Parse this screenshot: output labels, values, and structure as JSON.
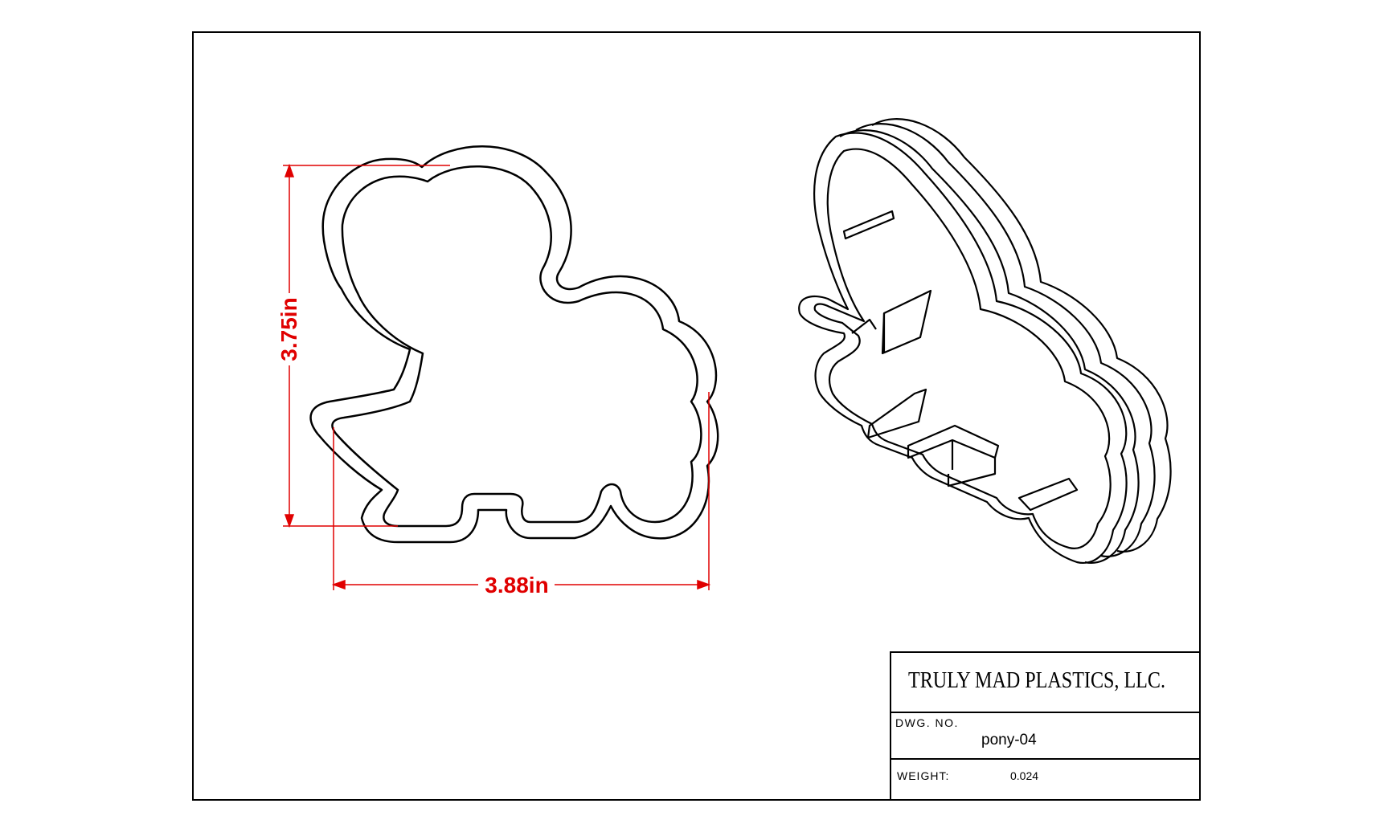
{
  "drawing": {
    "dimensions": {
      "height_label": "3.75in",
      "width_label": "3.88in"
    },
    "title_block": {
      "company": "TRULY MAD PLASTICS, LLC.",
      "dwg_no_label": "DWG. NO.",
      "dwg_no_value": "pony-04",
      "weight_label": "WEIGHT:",
      "weight_value": "0.024"
    },
    "colors": {
      "line": "#000000",
      "dimension": "#e00000"
    }
  }
}
